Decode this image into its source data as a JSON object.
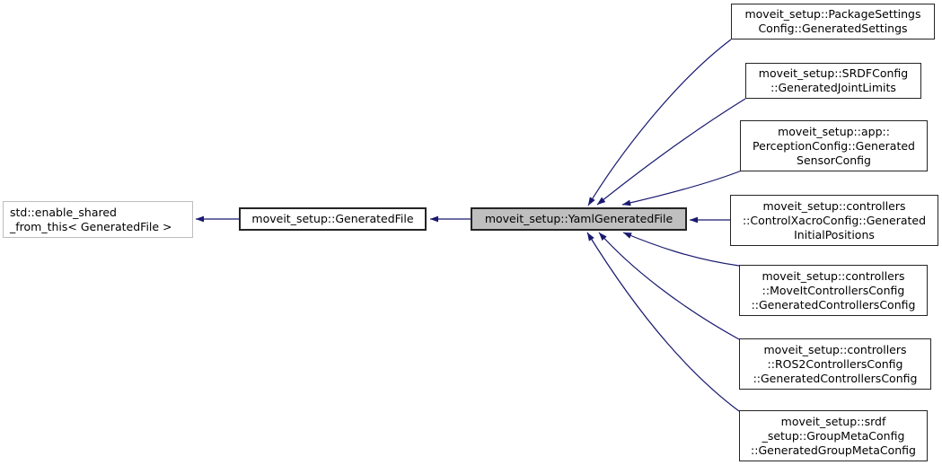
{
  "diagram": {
    "kind": "doxygen-inheritance-graph",
    "colors": {
      "edge": "#191970",
      "node_border": "#242424",
      "external_node_border": "#bdbdbd",
      "current_node_fill": "#bfbfbf",
      "background": "#ffffff",
      "text": "#000000"
    },
    "nodes": {
      "external_base": {
        "lines": [
          "std::enable_shared",
          "_from_this< GeneratedFile >"
        ]
      },
      "base": {
        "lines": [
          "moveit_setup::GeneratedFile"
        ]
      },
      "current": {
        "lines": [
          "moveit_setup::YamlGeneratedFile"
        ]
      },
      "derived": [
        {
          "lines": [
            "moveit_setup::PackageSettings",
            "Config::GeneratedSettings"
          ]
        },
        {
          "lines": [
            "moveit_setup::SRDFConfig",
            "::GeneratedJointLimits"
          ]
        },
        {
          "lines": [
            "moveit_setup::app::",
            "PerceptionConfig::Generated",
            "SensorConfig"
          ]
        },
        {
          "lines": [
            "moveit_setup::controllers",
            "::ControlXacroConfig::Generated",
            "InitialPositions"
          ]
        },
        {
          "lines": [
            "moveit_setup::controllers",
            "::MoveItControllersConfig",
            "::GeneratedControllersConfig"
          ]
        },
        {
          "lines": [
            "moveit_setup::controllers",
            "::ROS2ControllersConfig",
            "::GeneratedControllersConfig"
          ]
        },
        {
          "lines": [
            "moveit_setup::srdf",
            "_setup::GroupMetaConfig",
            "::GeneratedGroupMetaConfig"
          ]
        }
      ]
    },
    "edges": [
      {
        "from": "moveit_setup::GeneratedFile",
        "to": "std::enable_shared_from_this< GeneratedFile >"
      },
      {
        "from": "moveit_setup::YamlGeneratedFile",
        "to": "moveit_setup::GeneratedFile"
      },
      {
        "from": "moveit_setup::PackageSettingsConfig::GeneratedSettings",
        "to": "moveit_setup::YamlGeneratedFile"
      },
      {
        "from": "moveit_setup::SRDFConfig::GeneratedJointLimits",
        "to": "moveit_setup::YamlGeneratedFile"
      },
      {
        "from": "moveit_setup::app::PerceptionConfig::GeneratedSensorConfig",
        "to": "moveit_setup::YamlGeneratedFile"
      },
      {
        "from": "moveit_setup::controllers::ControlXacroConfig::GeneratedInitialPositions",
        "to": "moveit_setup::YamlGeneratedFile"
      },
      {
        "from": "moveit_setup::controllers::MoveItControllersConfig::GeneratedControllersConfig",
        "to": "moveit_setup::YamlGeneratedFile"
      },
      {
        "from": "moveit_setup::controllers::ROS2ControllersConfig::GeneratedControllersConfig",
        "to": "moveit_setup::YamlGeneratedFile"
      },
      {
        "from": "moveit_setup::srdf_setup::GroupMetaConfig::GeneratedGroupMetaConfig",
        "to": "moveit_setup::YamlGeneratedFile"
      }
    ]
  }
}
